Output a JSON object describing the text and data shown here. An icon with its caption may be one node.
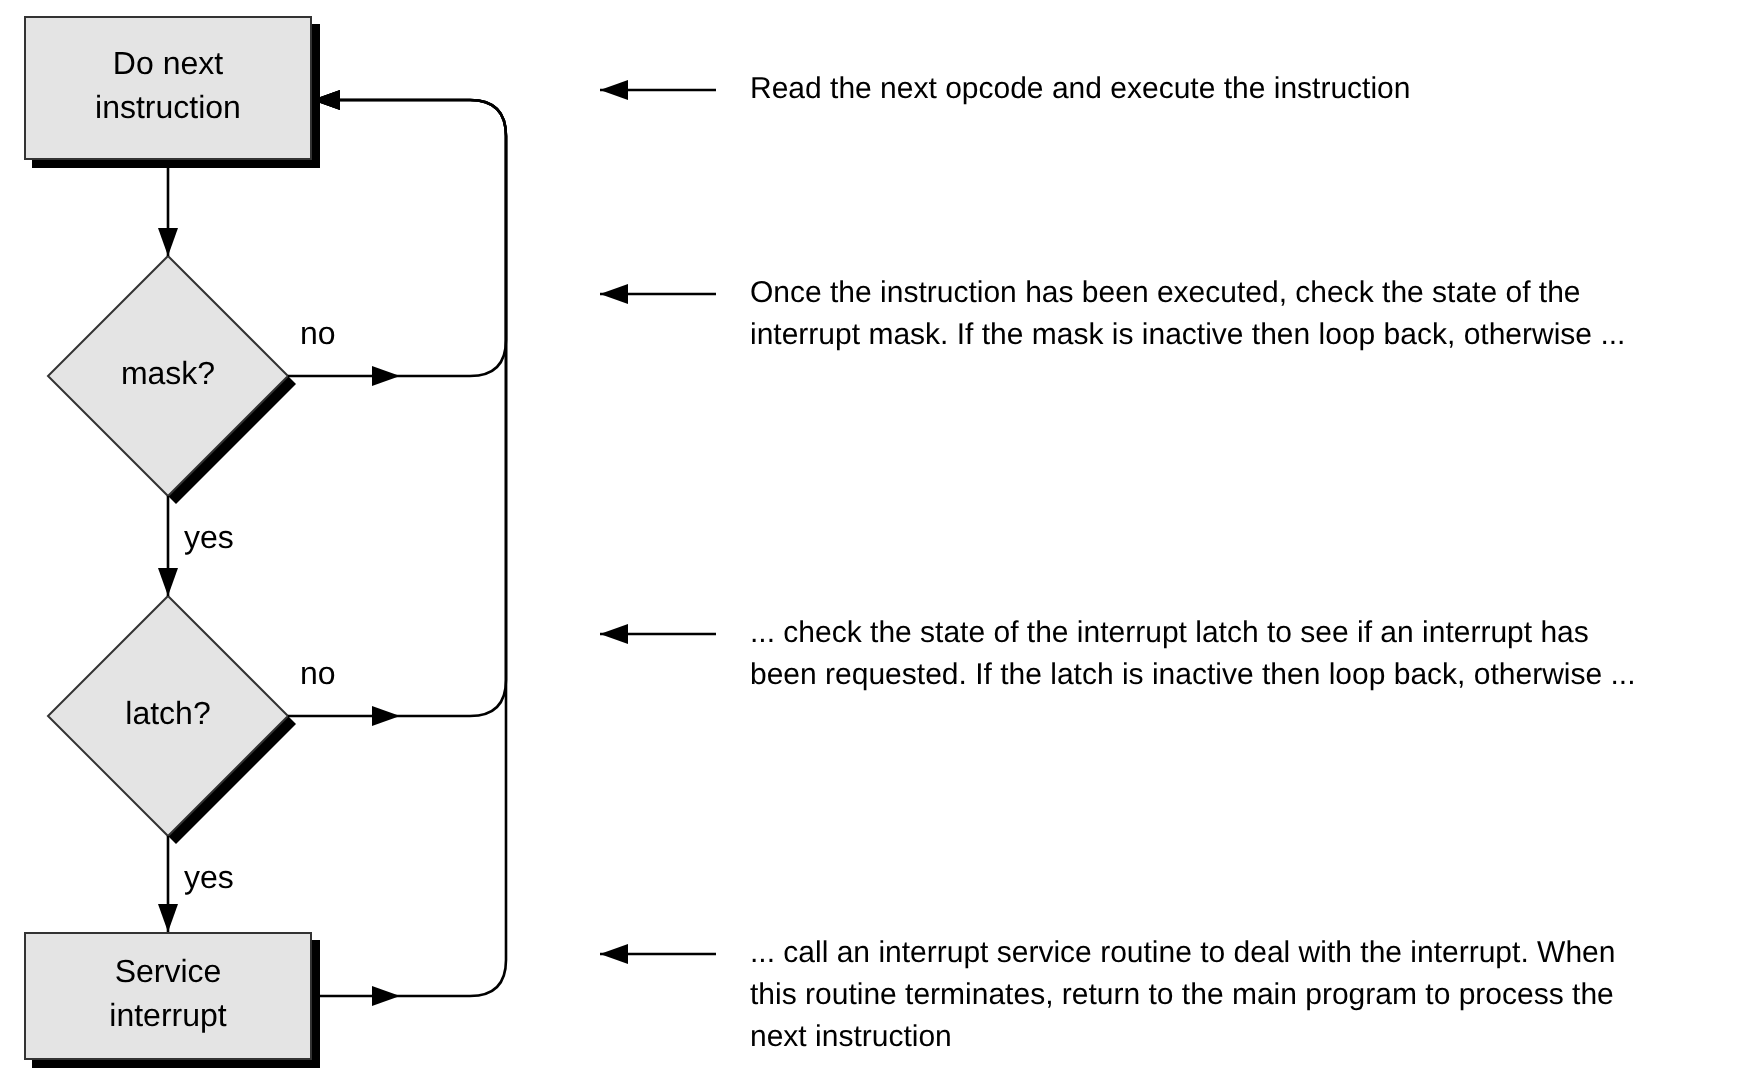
{
  "diagram": {
    "nodes": [
      {
        "text": [
          "Do next instruction"
        ]
      },
      {
        "text": [
          "mask?"
        ]
      },
      {
        "text": [
          "latch?"
        ]
      },
      {
        "text": [
          "Service interrupt"
        ]
      },
      {
        "text": [
          "Read the next opcode and execute the instruction"
        ]
      },
      {
        "text": [
          "Once the instruction has been executed, check the state of the interrupt mask. If the mask is inactive then loop back, otherwise ..."
        ]
      },
      {
        "text": [
          "... check the state of the interrupt latch to see if an interrupt has been requested. If the latch is inactive then loop back, otherwise ..."
        ]
      },
      {
        "text": [
          "... call an interrupt service routine to deal with the interrupt. When this routine terminates, return to the main program to process the next instruction"
        ]
      }
    ],
    "edges": [
      {
        "from": 0,
        "to": 1,
        "arrow": "to"
      },
      {
        "from": 1,
        "to": 2,
        "arrow": "to",
        "label": "yes"
      },
      {
        "from": 2,
        "to": 3,
        "arrow": "to",
        "label": "yes"
      },
      {
        "from": 1,
        "to": 0,
        "arrow": "to",
        "label": "no"
      },
      {
        "from": 2,
        "to": 0,
        "arrow": "to",
        "label": "no"
      },
      {
        "from": 3,
        "to": 0,
        "arrow": "to"
      },
      {
        "from": 4,
        "to": null,
        "arrow": "to"
      },
      {
        "from": 5,
        "to": null,
        "arrow": "to"
      },
      {
        "from": 6,
        "to": null,
        "arrow": "to"
      },
      {
        "from": 7,
        "to": null,
        "arrow": "to"
      }
    ]
  }
}
